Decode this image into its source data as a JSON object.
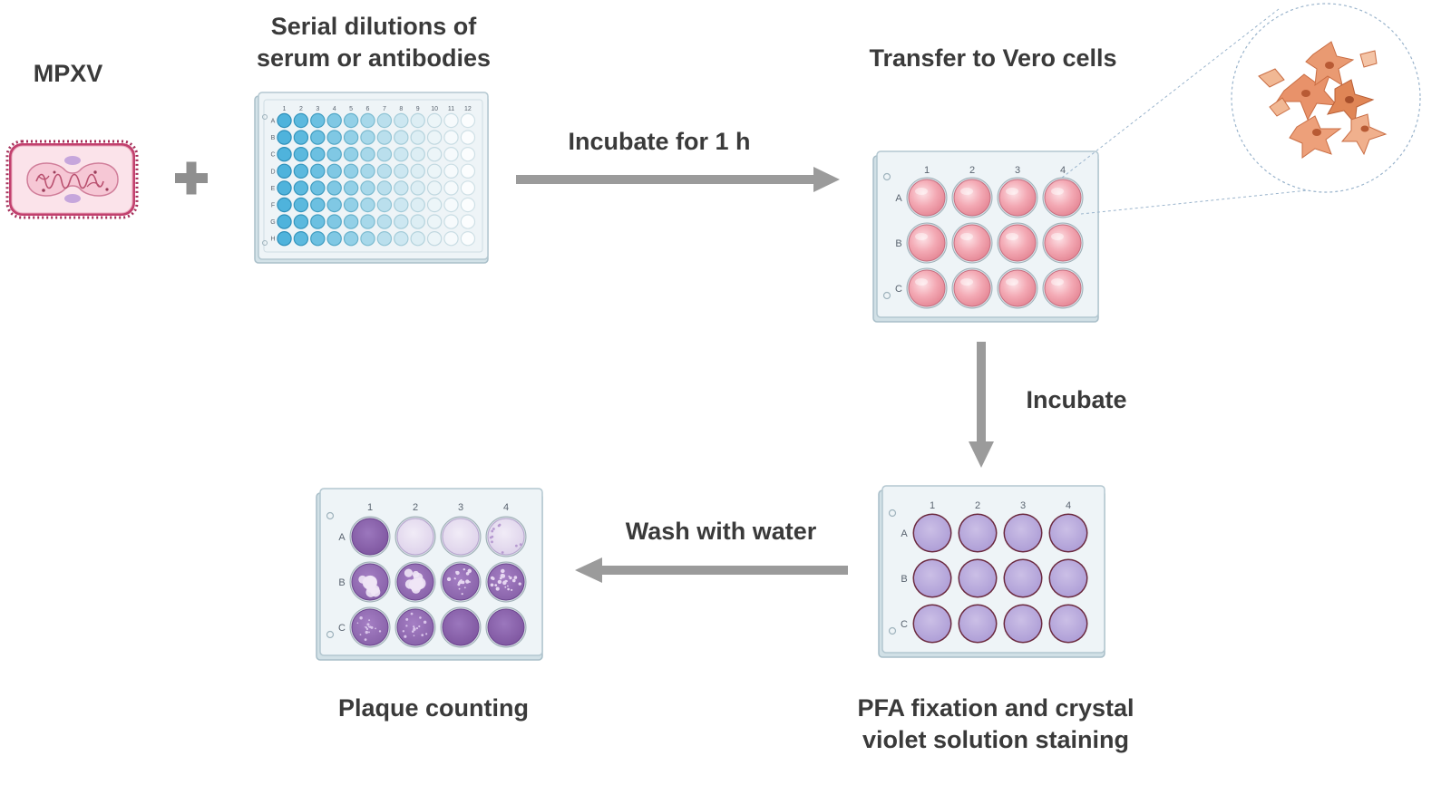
{
  "labels": {
    "mpxv": "MPXV",
    "serial_line1": "Serial dilutions of",
    "serial_line2": "serum or antibodies",
    "incubate_1h": "Incubate for 1 h",
    "transfer": "Transfer to Vero cells",
    "incubate": "Incubate",
    "wash": "Wash with water",
    "plaque": "Plaque counting",
    "pfa_line1": "PFA fixation and crystal",
    "pfa_line2": "violet solution staining"
  },
  "plate96": {
    "columns": [
      "1",
      "2",
      "3",
      "4",
      "5",
      "6",
      "7",
      "8",
      "9",
      "10",
      "11",
      "12"
    ],
    "rows": [
      "A",
      "B",
      "C",
      "D",
      "E",
      "F",
      "G",
      "H"
    ]
  },
  "plate12": {
    "columns": [
      "1",
      "2",
      "3",
      "4"
    ],
    "rows": [
      "A",
      "B",
      "C"
    ]
  },
  "colors": {
    "arrow": "#9b9b9b",
    "plate_fill": "#e8f0f3",
    "plate_stroke": "#b9c9d2",
    "virus_body": "#f7c9d6",
    "virus_border": "#b03a66",
    "cell_well": "#f2a2ae",
    "stain_well": "#b8a8dc",
    "dark_violet": "#8a63ae",
    "light_violet": "#e0d6ec",
    "vero_cell": "#e08a5e"
  },
  "icons": {
    "virus": "mpxv-virion-icon",
    "plus": "plus-icon",
    "cells": "vero-cells-icon"
  }
}
